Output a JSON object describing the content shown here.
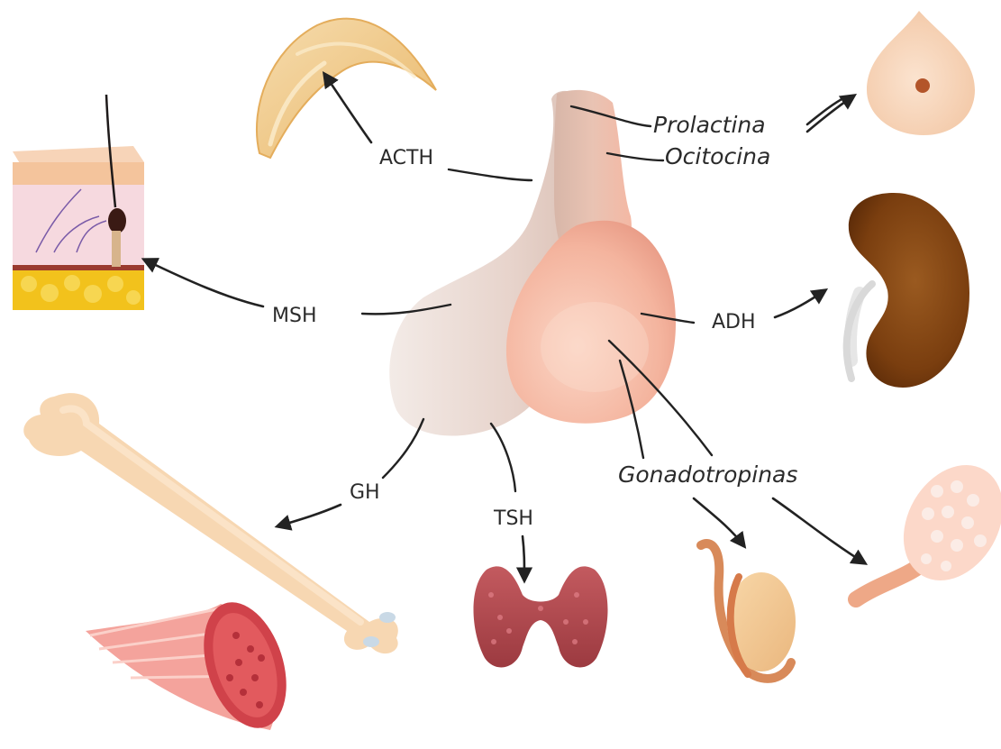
{
  "labels": {
    "prolactina": "Prolactina",
    "ocitocina": "Ocitocina",
    "acth": "ACTH",
    "msh": "MSH",
    "adh": "ADH",
    "gh": "GH",
    "tsh": "TSH",
    "gonadotropinas": "Gonadotropinas"
  },
  "colors": {
    "anterior_lobe": "#ead6cf",
    "posterior_lobe": "#f2b7a2",
    "kidney": "#7a3e0f",
    "bone": "#f7d7b2",
    "thyroid": "#b5474f",
    "muscle": "#e8756f",
    "fat": "#f3c21c",
    "arrow": "#222222"
  },
  "icons": {
    "pituitary": "pituitary-gland-icon",
    "adrenal": "adrenal-gland-icon",
    "breast": "breast-icon",
    "skin": "skin-cross-section-icon",
    "kidney": "kidney-icon",
    "bone": "long-bone-icon",
    "muscle": "muscle-icon",
    "thyroid": "thyroid-icon",
    "testis": "testis-icon",
    "ovary": "ovary-icon"
  }
}
